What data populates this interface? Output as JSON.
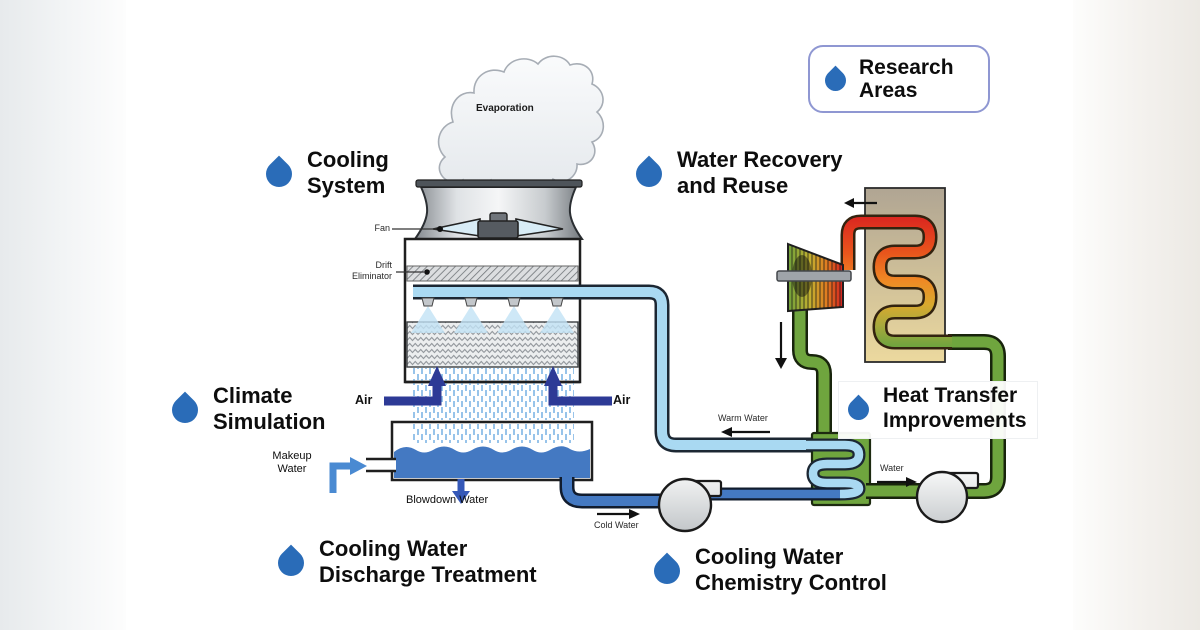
{
  "legend": {
    "line1": "Research",
    "line2": "Areas"
  },
  "research_areas": [
    {
      "id": "cooling-system",
      "line1": "Cooling",
      "line2": "System"
    },
    {
      "id": "water-recovery",
      "line1": "Water Recovery",
      "line2": "and Reuse"
    },
    {
      "id": "climate-simulation",
      "line1": "Climate",
      "line2": "Simulation"
    },
    {
      "id": "heat-transfer",
      "line1": "Heat Transfer",
      "line2": "Improvements"
    },
    {
      "id": "discharge-treatment",
      "line1": "Cooling Water",
      "line2": "Discharge Treatment"
    },
    {
      "id": "chemistry-control",
      "line1": "Cooling Water",
      "line2": "Chemistry Control"
    }
  ],
  "labels": {
    "evaporation": "Evaporation",
    "fan": "Fan",
    "drift_line1": "Drift",
    "drift_line2": "Eliminator",
    "air_left": "Air",
    "air_right": "Air",
    "makeup_line1": "Makeup",
    "makeup_line2": "Water",
    "blowdown": "Blowdown Water",
    "warm_water": "Warm Water",
    "cold_water": "Cold Water",
    "water": "Water"
  },
  "colors": {
    "drop_blue": "#2a6cb8",
    "legend_border": "#8f97d2",
    "warm_pipe": "#a9d9f2",
    "cold_pipe": "#4479c2",
    "green_loop": "#6fa53e",
    "hot_red": "#d92020",
    "air_arrow": "#2d3a96",
    "makeup_arrow": "#4a8ad2",
    "blowdown_arrow": "#3558b8"
  }
}
